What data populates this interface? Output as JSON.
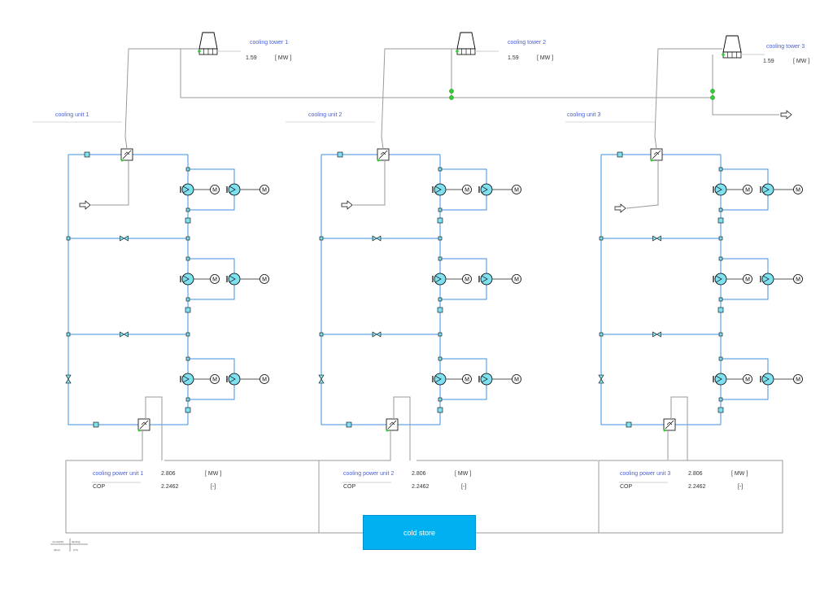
{
  "colors": {
    "pipe_blue": "#3d8fe6",
    "pipe_grey": "#9a9a9a",
    "pump_fill": "#7fe0f0",
    "label_blue": "#4a5fd6",
    "cold_store_fill": "#00b0f0",
    "connector_green": "#33cc33"
  },
  "cooling_towers": [
    {
      "label": "cooling tower 1",
      "value": "1.59",
      "unit": "[ MW ]"
    },
    {
      "label": "cooling tower 2",
      "value": "1.59",
      "unit": "[ MW ]"
    },
    {
      "label": "cooling tower 3",
      "value": "1.59",
      "unit": "[ MW ]"
    }
  ],
  "cooling_units": [
    {
      "label": "cooling unit 1",
      "power_label": "cooling power unit 1",
      "power_value": "2.806",
      "power_unit": "[ MW ]",
      "cop_label": "COP",
      "cop_value": "2.2462",
      "cop_unit": "[-]"
    },
    {
      "label": "cooling unit 2",
      "power_label": "cooling power unit 2",
      "power_value": "2.806",
      "power_unit": "[ MW ]",
      "cop_label": "COP",
      "cop_value": "2.2462",
      "cop_unit": "[-]"
    },
    {
      "label": "cooling unit 3",
      "power_label": "cooling power unit 3",
      "power_value": "2.806",
      "power_unit": "[ MW ]",
      "cop_label": "COP",
      "cop_value": "2.2462",
      "cop_unit": "[-]"
    }
  ],
  "cold_store": {
    "label": "cold store"
  },
  "legend": {
    "cells": [
      "mmdot[t/h]",
      "h[kJ/kg]",
      "p[bar]",
      "t[°C]"
    ]
  }
}
